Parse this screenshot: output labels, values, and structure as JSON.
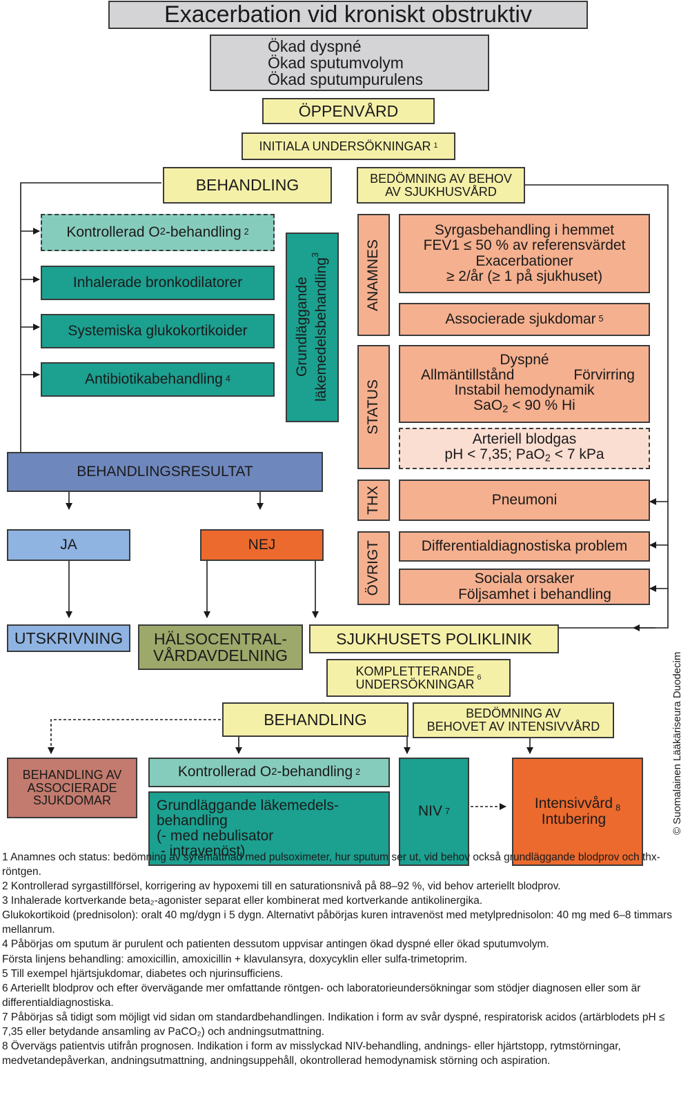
{
  "title": "Exacerbation vid kroniskt obstruktiv",
  "symptoms": [
    "Ökad dyspné",
    "Ökad sputumvolym",
    "Ökad sputumpurulens"
  ],
  "oppenvard": "ÖPPENVÅRD",
  "initiala": {
    "label": "INITIALA UNDERSÖKNINGAR",
    "ref": "1"
  },
  "behandling_header": "BEHANDLING",
  "bedomning_header": [
    "BEDÖMNING AV BEHOV",
    "AV SJUKHUSVÅRD"
  ],
  "treatments": {
    "o2": {
      "pre": "Kontrollerad O",
      "sub": "2",
      "post": "-behandling",
      "ref": "2"
    },
    "bronk": "Inhalerade bronkodilatorer",
    "gluko": "Systemiska glukokortikoider",
    "anti": {
      "label": "Antibiotikabehandling",
      "ref": "4"
    }
  },
  "grundlaggande_vertical": {
    "line1": "Grundläggande",
    "line2": "läkemedelsbehandling",
    "ref": "3"
  },
  "categories": {
    "anamnes": "ANAMNES",
    "status": "STATUS",
    "thx": "THX",
    "ovrigt": "ÖVRIGT"
  },
  "anamnes_box": {
    "line1": "Syrgasbehandling i hemmet",
    "line2": "FEV1 ≤ 50 % av referensvärdet",
    "line3": "Exacerbationer",
    "line4": "≥ 2/år (≥ 1 på sjukhuset)"
  },
  "associerade": {
    "label": "Associerade sjukdomar",
    "ref": "5"
  },
  "status_box": {
    "line1": "Dyspné",
    "line2a": "Allmäntillstånd",
    "line2b": "Förvirring",
    "line3": "Instabil hemodynamik",
    "line4_pre": "SaO",
    "line4_sub": "2",
    "line4_post": " < 90 % Hi"
  },
  "blodgas": {
    "line1": "Arteriell blodgas",
    "line2_pre": "pH < 7,35; PaO",
    "line2_sub": "2",
    "line2_post": " < 7 kPa"
  },
  "pneumoni": "Pneumoni",
  "differential": "Differentialdiagnostiska problem",
  "sociala": {
    "line1": "Sociala orsaker",
    "line2": "Följsamhet i behandling"
  },
  "resultat": "BEHANDLINGSRESULTAT",
  "ja": "JA",
  "nej": "NEJ",
  "utskrivning": "UTSKRIVNING",
  "halsocentral": [
    "HÄLSOCENTRAL-",
    "VÅRDAVDELNING"
  ],
  "poliklinik": "SJUKHUSETS POLIKLINIK",
  "kompletterande": {
    "line1": "KOMPLETTERANDE",
    "line2": "UNDERSÖKNINGAR",
    "ref": "6"
  },
  "behandling2": "BEHANDLING",
  "bedomning_intensiv": [
    "BEDÖMNING AV",
    "BEHOVET AV INTENSIVVÅRD"
  ],
  "assoc_beh": [
    "BEHANDLING AV",
    "ASSOCIERADE",
    "SJUKDOMAR"
  ],
  "o2_2": {
    "pre": "Kontrollerad O",
    "sub": "2",
    "post": "-behandling",
    "ref": "2"
  },
  "grund2": [
    "Grundläggande läkemedels-",
    "behandling",
    "(- med nebulisator",
    " - intravenöst)"
  ],
  "niv": {
    "label": "NIV",
    "ref": "7"
  },
  "intensiv": {
    "line1": "Intensivvård",
    "line2": "Intubering",
    "ref": "8"
  },
  "copyright": "© Suomalainen Lääkäriseura Duodecim",
  "footnotes": [
    "1 Anamnes och status: bedömning av syremättnad med pulsoximeter, hur sputum ser ut, vid behov också grundläggande blodprov och thx-röntgen.",
    "2 Kontrollerad syrgastillförsel, korrigering av hypoxemi till en saturationsnivå på 88–92 %, vid behov arteriellt blodprov.",
    "3 Inhalerade kortverkande beta₂-agonister separat eller kombinerat med kortverkande antikolinergika.",
    "Glukokortikoid (prednisolon): oralt 40 mg/dygn i 5 dygn. Alternativt påbörjas kuren intravenöst med metylprednisolon: 40 mg med 6–8 timmars mellanrum.",
    "4 Påbörjas om sputum är purulent och patienten dessutom uppvisar antingen ökad dyspné eller ökad sputumvolym.",
    "Första linjens behandling: amoxicillin, amoxicillin + klavulansyra, doxycyklin eller sulfa-trimetoprim.",
    "5 Till exempel hjärtsjukdomar, diabetes och njurinsufficiens.",
    "6 Arteriellt blodprov och efter övervägande mer omfattande röntgen- och laboratorieundersökningar som stödjer diagnosen eller som är differentialdiagnostiska.",
    "7 Påbörjas så tidigt som möjligt vid sidan om standardbehandlingen. Indikation i form av svår dyspné, respiratorisk acidos (artärblodets pH ≤ 7,35 eller betydande ansamling av PaCO₂) och andningsutmattning.",
    "8 Övervägs patientvis utifrån prognosen. Indikation i form av misslyckad NIV-behandling, andnings- eller hjärtstopp, rytmstörningar, medvetandepåverkan, andningsutmattning, andningsuppehåll, okontrollerad hemodynamisk störning och aspiration."
  ]
}
